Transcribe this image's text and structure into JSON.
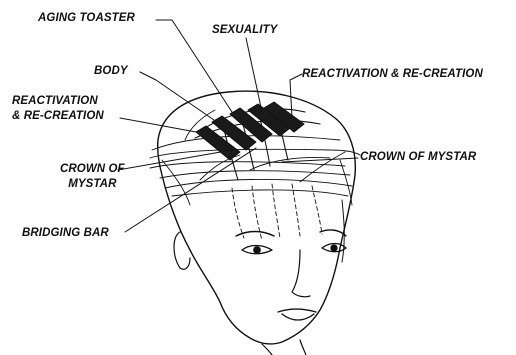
{
  "labels": {
    "aging_toaster": "AGING TOASTER",
    "sexuality": "SEXUALITY",
    "body": "BODY",
    "reactivation_left_line1": "REACTIVATION",
    "reactivation_left_line2": "& RE-CREATION",
    "reactivation_right": "REACTIVATION & RE-CREATION",
    "crown_left_line1": "CROWN OF",
    "crown_left_line2": "MYSTAR",
    "crown_right": "CROWN OF MYSTAR",
    "bridging_bar": "BRIDGING BAR"
  },
  "colors": {
    "ink": "#111111",
    "bar_fill": "#1a1a1a",
    "background": "#ffffff"
  }
}
